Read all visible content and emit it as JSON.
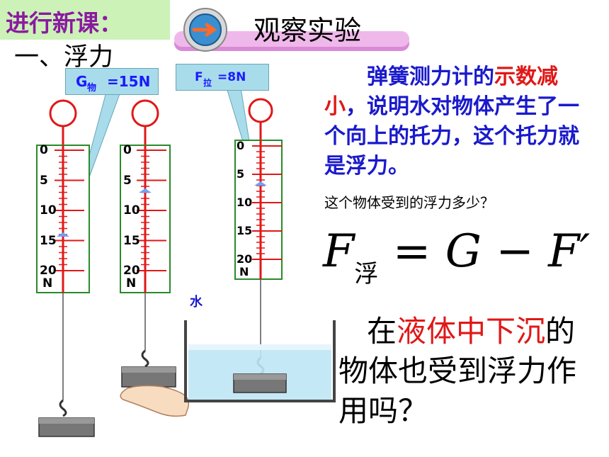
{
  "header": {
    "lesson_label": "进行新课：",
    "section_title": "一、浮力",
    "banner_title": "观察实验"
  },
  "callouts": {
    "g": {
      "symbol": "G",
      "sub": "物",
      "value": "=15N"
    },
    "f": {
      "symbol": "F",
      "sub": "拉",
      "value": "=8N"
    }
  },
  "scale": {
    "ticks": [
      "0",
      "5",
      "10",
      "15",
      "20"
    ],
    "unit": "N"
  },
  "beaker": {
    "label": "水"
  },
  "text": {
    "para_a": "弹簧测力计的",
    "para_red_a": "示数减小",
    "para_b": "，说明水对物体产生了一个向上的托力，这个托力就是浮力。",
    "question": "这个物体受到的浮力多少？",
    "big_a": "在",
    "big_red": "液体中下沉",
    "big_b": "的物体也受到浮力作用吗？"
  },
  "formula": {
    "lhs": "F",
    "lhs_sub": "浮",
    "rhs": "= G − F′"
  },
  "colors": {
    "scale_bg": "#ffffff",
    "scale_border": "#2a8a2a",
    "pointer": "#e01818",
    "water": "#bfe6f5",
    "callout": "#a9dcea"
  }
}
